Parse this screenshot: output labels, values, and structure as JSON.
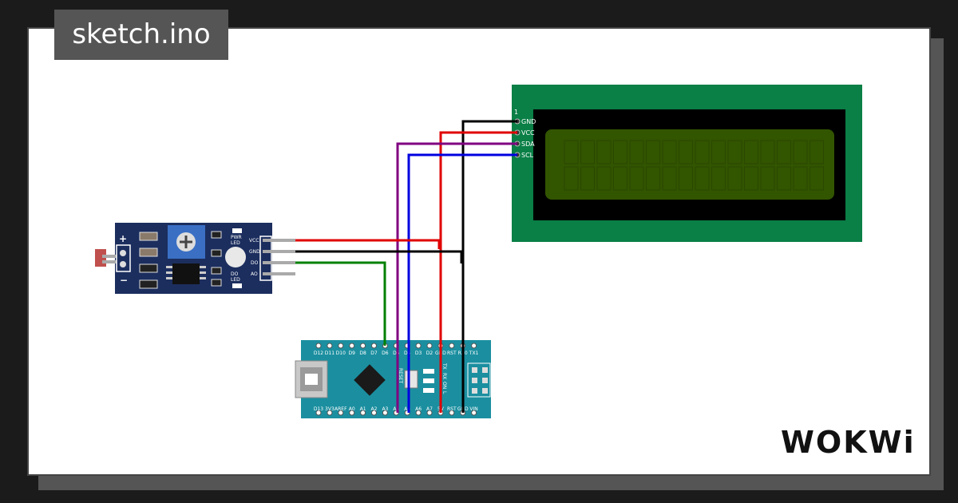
{
  "title": "sketch.ino",
  "brand": "WOKWi",
  "lcd": {
    "header_pin": "1",
    "pins": [
      "GND",
      "VCC",
      "SDA",
      "SCL"
    ],
    "board_color": "#0a7f46",
    "screen_color": "#325500"
  },
  "sensor": {
    "plus": "+",
    "minus": "−",
    "pwr_led": [
      "PWR",
      "LED"
    ],
    "do_led": [
      "DO",
      "LED"
    ],
    "pins": [
      "VCC",
      "GND",
      "DO",
      "AO"
    ],
    "board_color": "#1c2e5e"
  },
  "nano": {
    "top_pins": [
      "D12",
      "D11",
      "D10",
      "D9",
      "D8",
      "D7",
      "D6",
      "D5",
      "D4",
      "D3",
      "D2",
      "GND",
      "RST",
      "RX0",
      "TX1"
    ],
    "bottom_pins": [
      "D13",
      "3V3",
      "AREF",
      "A0",
      "A1",
      "A2",
      "A3",
      "A4",
      "A5",
      "A6",
      "A7",
      "5V",
      "RST",
      "GND",
      "VIN"
    ],
    "side_labels": [
      "RESET",
      "TX",
      "RX",
      "ON",
      "L"
    ],
    "board_color": "#1b8fa0"
  },
  "wires": {
    "power": "#e00000",
    "ground": "#000000",
    "sda": "#800080",
    "scl": "#0000e0",
    "signal": "#008000"
  }
}
